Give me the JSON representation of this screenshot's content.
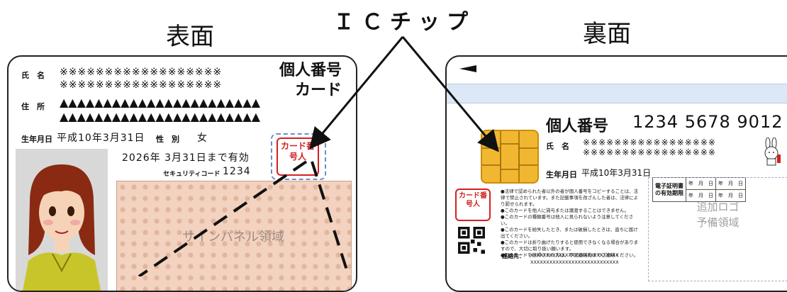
{
  "headings": {
    "front": "表面",
    "back": "裏面",
    "ic_chip": "ＩＣチップ"
  },
  "front": {
    "name_label": "氏　名",
    "name_line1": "※※※※※※※※※※※※※※※※※※",
    "name_line2": "※※※※※※※※※※※※※※※※※※",
    "card_name_line1": "個人番号",
    "card_name_line2": "カード",
    "address_label": "住　所",
    "address_line1": "▲▲▲▲▲▲▲▲▲▲▲▲▲▲▲▲▲▲▲▲▲▲▲",
    "address_line2": "▲▲▲▲▲▲▲▲▲▲▲▲▲▲▲▲▲▲▲▲▲▲▲",
    "birth_label": "生年月日",
    "birth_value": "平成10年3月31日",
    "sex_label": "性　別",
    "sex_value": "女",
    "validity": "2026年  3月31日まで有効",
    "security_label": "セキュリティコード",
    "security_value": "1234",
    "stamp_text": "カード番号人",
    "signature_panel": "サインパネル領域"
  },
  "back": {
    "title": "個人番号",
    "number": "1234  5678  9012",
    "name_label": "氏　名",
    "name_line1": "※※※※※※※※※※※※※※※※※",
    "name_line2": "※※※※※※※※※※※※※※※※※",
    "birth_label": "生年月日",
    "birth_value": "平成10年3月31日",
    "expiry_label_line1": "電子証明書",
    "expiry_label_line2": "の有効期限",
    "expiry_cell": "年　月　日",
    "stamp_text": "カード番号人",
    "notes": [
      "●法律で認められた者以外の者が個人番号をコピーすることは、法律で禁止されています。また記載事項を改ざんした者は、法律により罰せられます。",
      "●このカードを他人に貸与または譲渡することはできません。",
      "●このカードの種類番号は他人に見られないよう注意してください。",
      "●このカードを紛失したとき、または破損したときは、直ちに届け出てください。",
      "●このカードは折り曲げたりすると使用できなくなる場合がありますので、大切に取り扱い願います。",
      "●このカードを拾得された方は、下記連絡先までご連絡ください。"
    ],
    "contact_label": "連絡先：",
    "contact_line1": "XXXXXXXXXXXXXXXXXXXXXXXXXXXX",
    "contact_line2": "XXXXXXXXXXXXXXXXXXXXXXXXXXXX",
    "reserved_line1": "追加ロゴ",
    "reserved_line2": "予備領域"
  },
  "colors": {
    "chip": "#f2b731",
    "signature_panel": "#f3d2bf",
    "stripe": "#dce8f6",
    "stamp": "#d32020"
  }
}
